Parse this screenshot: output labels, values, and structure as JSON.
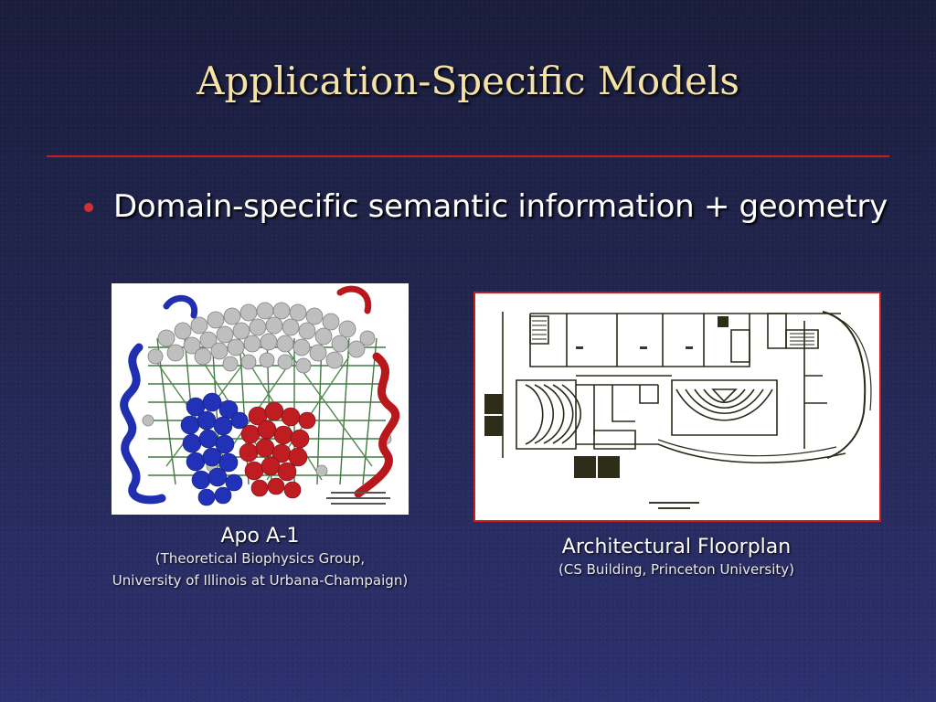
{
  "slide": {
    "title": "Application-Specific Models",
    "bullet": "Domain-specific semantic information + geometry"
  },
  "figures": {
    "protein": {
      "caption": "Apo A-1",
      "credit_line1": "(Theoretical Biophysics Group,",
      "credit_line2": "University of Illinois at Urbana-Champaign)"
    },
    "floorplan": {
      "caption": "Architectural Floorplan",
      "credit": "(CS Building, Princeton University)"
    }
  },
  "colors": {
    "title": "#f4e2a6",
    "rule": "#c81e1e",
    "bullet": "#d23030",
    "background": "#22264f"
  }
}
